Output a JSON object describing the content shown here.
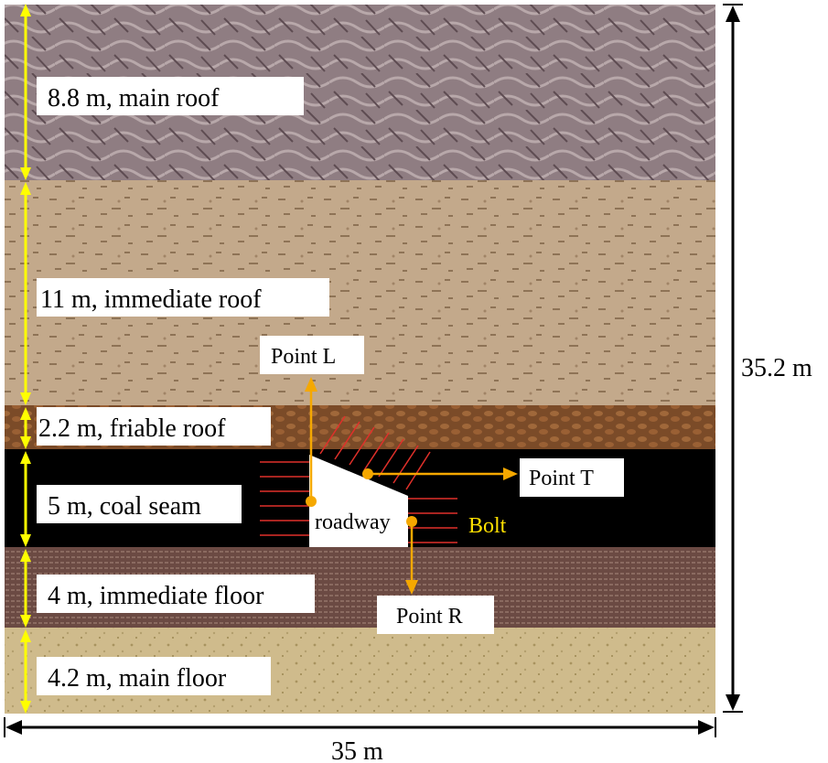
{
  "layers": [
    {
      "label": "8.8 m, main roof",
      "thickness_m": 8.8,
      "color": "#8c7a80"
    },
    {
      "label": "11 m, immediate roof",
      "thickness_m": 11,
      "color": "#c2a98a"
    },
    {
      "label": "2.2 m, friable roof",
      "thickness_m": 2.2,
      "color": "#7a4a26"
    },
    {
      "label": "5 m, coal seam",
      "thickness_m": 5,
      "color": "#000000"
    },
    {
      "label": "4 m, immediate floor",
      "thickness_m": 4,
      "color": "#6e4d45"
    },
    {
      "label": "4.2 m, main floor",
      "thickness_m": 4.2,
      "color": "#cdb98a"
    }
  ],
  "dimensions": {
    "height": "35.2 m",
    "width": "35 m"
  },
  "roadway": {
    "label": "roadway",
    "bolt_label": "Bolt"
  },
  "points": {
    "L": "Point L",
    "T": "Point T",
    "R": "Point R"
  },
  "colors": {
    "arrow": "#ffff00",
    "monitor": "#f5a800",
    "bolt": "#e0302a",
    "bolt_text": "#ffe000"
  }
}
